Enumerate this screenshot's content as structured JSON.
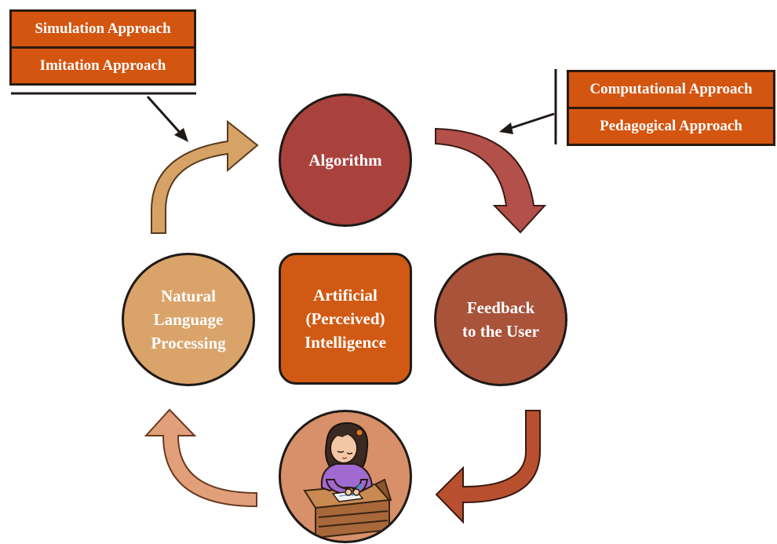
{
  "approaches_left": {
    "items": [
      "Simulation Approach",
      "Imitation Approach"
    ]
  },
  "approaches_right": {
    "items": [
      "Computational Approach",
      "Pedagogical Approach"
    ]
  },
  "nodes": {
    "algorithm": {
      "label": "Algorithm"
    },
    "feedback": {
      "lines": [
        "Feedback",
        "to the User"
      ]
    },
    "nlp": {
      "lines": [
        "Natural",
        "Language",
        "Processing"
      ]
    },
    "center": {
      "lines": [
        "Artificial",
        "(Perceived)",
        "Intelligence"
      ]
    },
    "user": {
      "icon": "student-writing-icon"
    }
  },
  "colors": {
    "box": "#d45510",
    "algorithm": "#a9423d",
    "feedback": "#a8533a",
    "nlp": "#d9a36a",
    "center": "#d05a14",
    "user_circle": "#d8906a",
    "arrow_top_left": "#d6a266",
    "arrow_top_right": "#b4504a",
    "arrow_bottom_right": "#b8502f",
    "arrow_bottom_left": "#e2a07a"
  }
}
